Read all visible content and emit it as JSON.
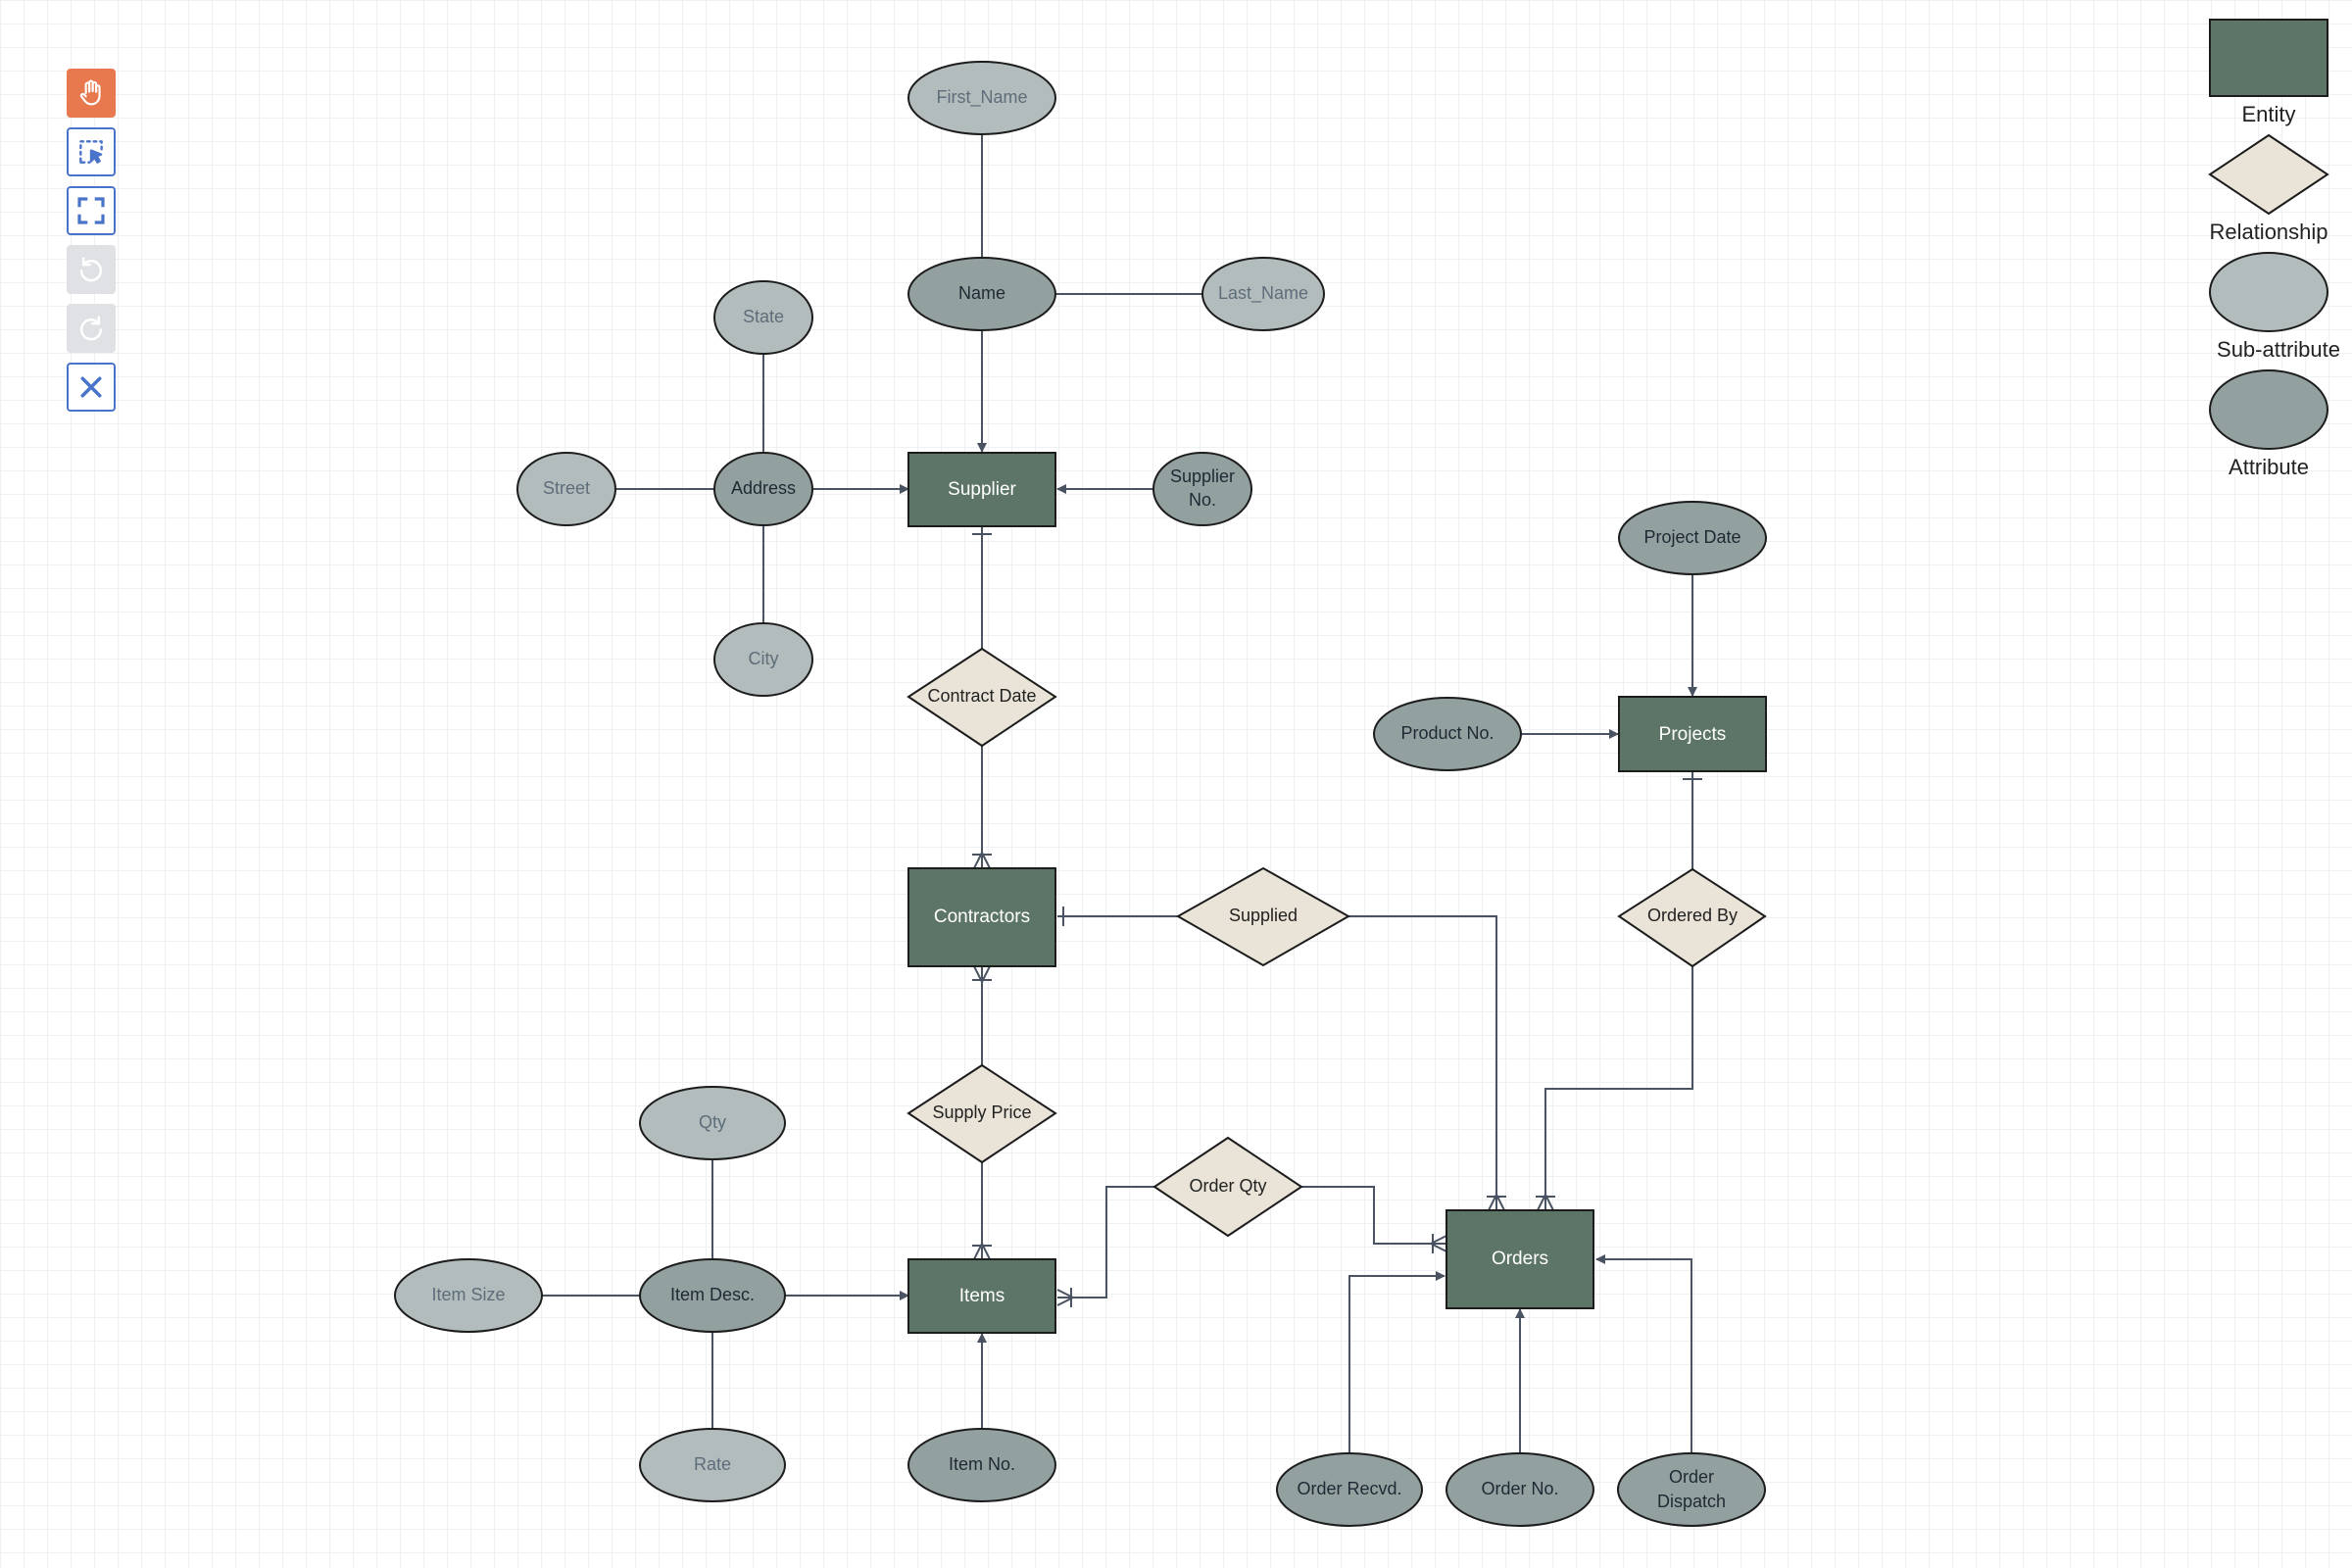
{
  "toolbar": {
    "tools": [
      {
        "name": "pan-tool",
        "icon": "hand-icon",
        "state": "active"
      },
      {
        "name": "select-tool",
        "icon": "selection-icon",
        "state": "normal"
      },
      {
        "name": "fit-tool",
        "icon": "fit-screen-icon",
        "state": "normal"
      },
      {
        "name": "undo-tool",
        "icon": "undo-icon",
        "state": "disabled"
      },
      {
        "name": "redo-tool",
        "icon": "redo-icon",
        "state": "disabled"
      },
      {
        "name": "clear-tool",
        "icon": "close-icon",
        "state": "normal"
      }
    ]
  },
  "legend": {
    "entity": "Entity",
    "relationship": "Relationship",
    "sub_attribute": "Sub-attribute",
    "attribute": "Attribute"
  },
  "colors": {
    "entity": "#5c7566",
    "relationship": "#e9e4d7",
    "sub_attribute": "#b3bcbc",
    "attribute": "#93a0a0",
    "edge": "#4a5361",
    "active_tool": "#e8784d",
    "tool_border": "#4a74c9"
  },
  "entities": {
    "supplier": "Supplier",
    "contractors": "Contractors",
    "items": "Items",
    "orders": "Orders",
    "projects": "Projects"
  },
  "relationships": {
    "contract_date": "Contract Date",
    "supplied": "Supplied",
    "supply_price": "Supply Price",
    "order_qty": "Order Qty",
    "ordered_by": "Ordered By"
  },
  "attributes": {
    "name": "Name",
    "address": "Address",
    "supplier_no_1": "Supplier",
    "supplier_no_2": "No.",
    "item_desc": "Item Desc.",
    "item_no": "Item No.",
    "project_date": "Project Date",
    "product_no": "Product No.",
    "order_recvd": "Order Recvd.",
    "order_no": "Order No.",
    "order_dispatch_1": "Order",
    "order_dispatch_2": "Dispatch"
  },
  "sub_attributes": {
    "first_name": "First_Name",
    "last_name": "Last_Name",
    "state": "State",
    "street": "Street",
    "city": "City",
    "qty": "Qty",
    "item_size": "Item Size",
    "rate": "Rate"
  }
}
